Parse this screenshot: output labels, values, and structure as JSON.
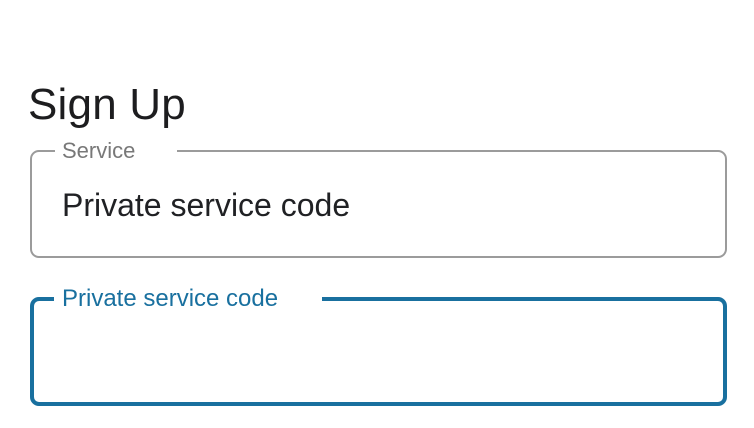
{
  "page": {
    "title": "Sign Up",
    "background_color": "#ffffff"
  },
  "form": {
    "service_field": {
      "label": "Service",
      "value": "Private service code",
      "border_color": "#9b9b9b",
      "label_color": "#787878",
      "value_color": "#202124",
      "state": "filled"
    },
    "code_field": {
      "label": "Private service code",
      "value": "",
      "accent_color": "#19709f",
      "state": "focused-empty"
    }
  }
}
